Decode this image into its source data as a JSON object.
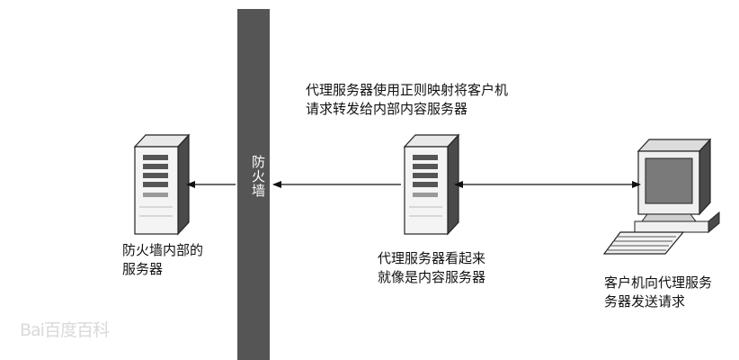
{
  "firewall": {
    "label": "防火墙"
  },
  "internal_server": {
    "caption_line1": "防火墙内部的",
    "caption_line2": "服务器"
  },
  "proxy": {
    "description_line1": "代理服务器使用正则映射将客户机",
    "description_line2": "请求转发给内部内容服务器",
    "caption_line1": "代理服务器看起来",
    "caption_line2": "就像是内容服务器"
  },
  "client": {
    "caption_line1": "客户机向代理服务",
    "caption_line2": "务器发送请求"
  },
  "watermark": {
    "text": "Bai百度百科"
  },
  "colors": {
    "firewall": "#555555",
    "monitor_screen": "#7a7a7a",
    "line": "#111111"
  }
}
